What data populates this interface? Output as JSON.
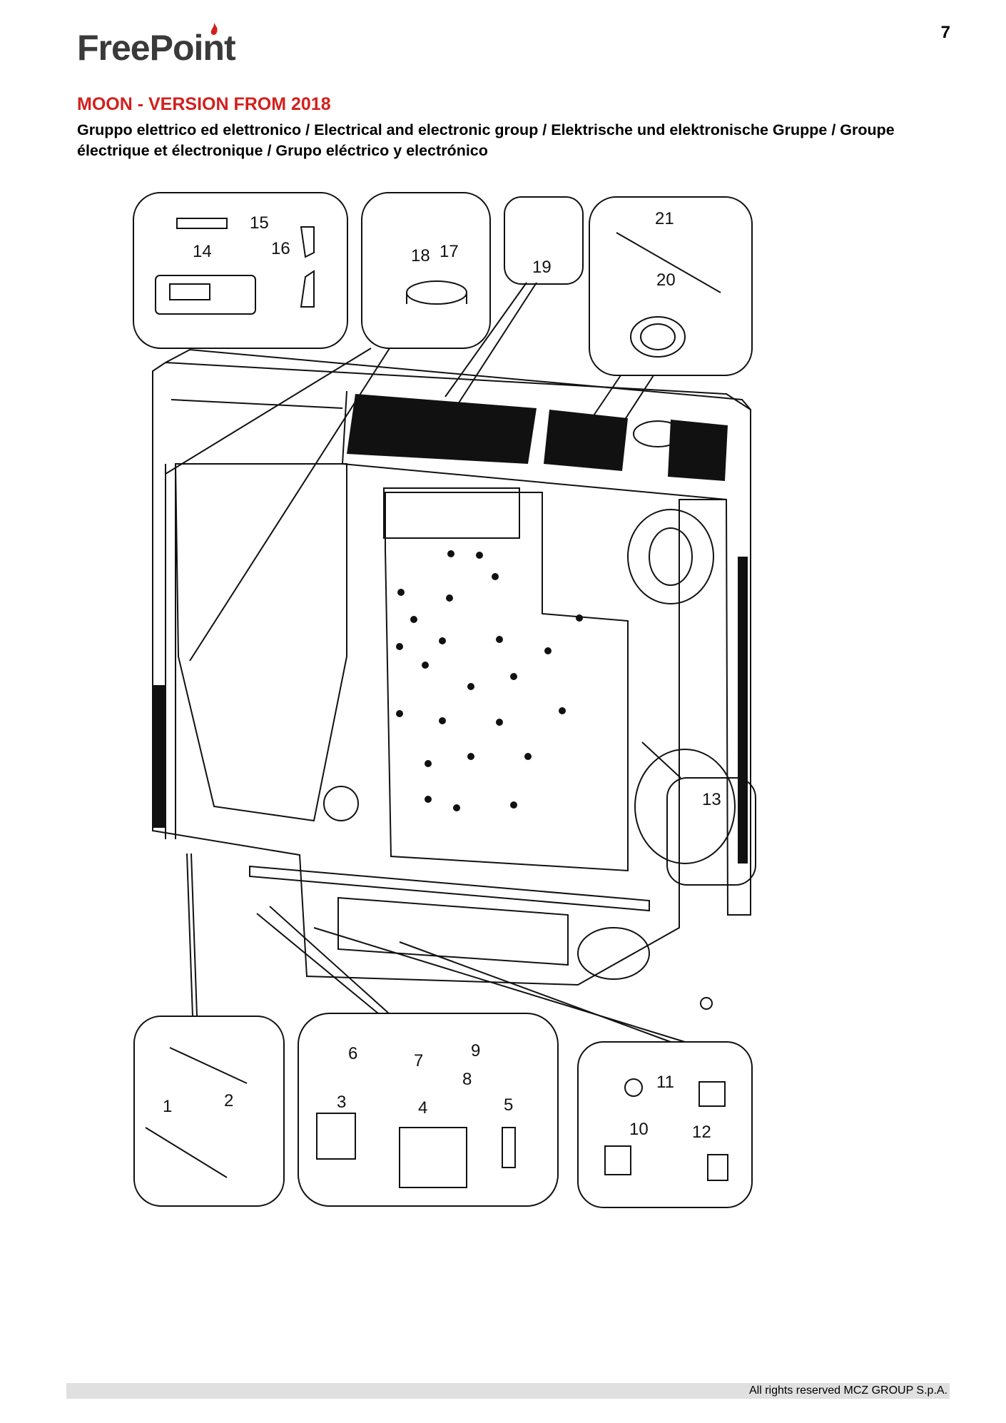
{
  "page": {
    "number": "7"
  },
  "brand": {
    "name": "FreePoint"
  },
  "document": {
    "title": "MOON - VERSION FROM 2018",
    "subtitle": "Gruppo elettrico ed elettronico / Electrical and electronic group / Elektrische und elektronische Gruppe / Groupe électrique et électronique / Grupo eléctrico y electrónico"
  },
  "diagram": {
    "callouts": {
      "c1": "1",
      "c2": "2",
      "c3": "3",
      "c4": "4",
      "c5": "5",
      "c6": "6",
      "c7": "7",
      "c8": "8",
      "c9": "9",
      "c10": "10",
      "c11": "11",
      "c12": "12",
      "c13": "13",
      "c14": "14",
      "c15": "15",
      "c16": "16",
      "c17": "17",
      "c18": "18",
      "c19": "19",
      "c20": "20",
      "c21": "21"
    }
  },
  "footer": {
    "copyright": "All rights reserved MCZ GROUP S.p.A."
  },
  "colors": {
    "title": "#d3201d",
    "logo": "#3a3a3a",
    "footer_bar": "#e0e0e0"
  }
}
